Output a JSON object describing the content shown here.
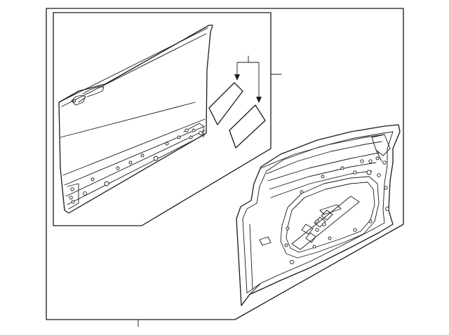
{
  "diagram": {
    "kind": "exploded-parts-diagram",
    "parts": [
      {
        "id": "outer-door-panel",
        "icon": "door-outer-panel"
      },
      {
        "id": "adhesive-pad-upper",
        "icon": "pad"
      },
      {
        "id": "adhesive-pad-lower",
        "icon": "pad"
      },
      {
        "id": "door-shell-assembly",
        "icon": "door-shell"
      }
    ],
    "callouts": [
      {
        "id": "callout-inset-group",
        "label": ""
      },
      {
        "id": "callout-assembly",
        "label": ""
      }
    ],
    "colors": {
      "line": "#1a1a1a",
      "background": "#ffffff"
    }
  }
}
